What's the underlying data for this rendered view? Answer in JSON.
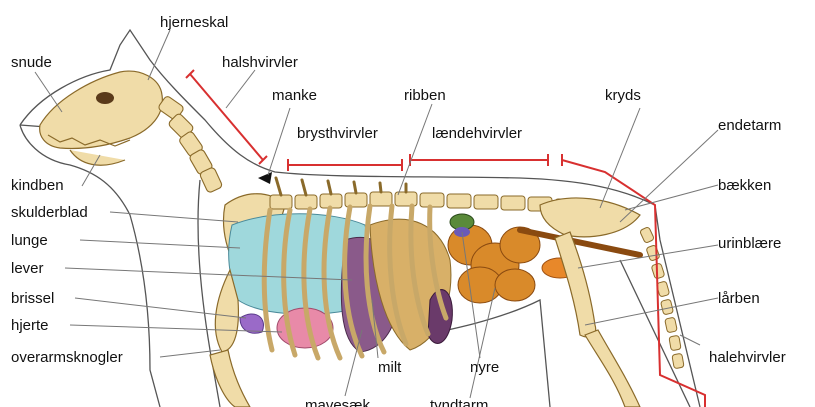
{
  "labels": {
    "hjerneskal": "hjerneskal",
    "snude": "snude",
    "halshvirvler": "halshvirvler",
    "manke": "manke",
    "ribben": "ribben",
    "kryds": "kryds",
    "endetarm": "endetarm",
    "brysthvirvler": "brysthvirvler",
    "laendehvirvler": "lændehvirvler",
    "kindben": "kindben",
    "baekken": "bækken",
    "skulderblad": "skulderblad",
    "lunge": "lunge",
    "urinblaere": "urinblære",
    "lever": "lever",
    "brissel": "brissel",
    "laarben": "lårben",
    "hjerte": "hjerte",
    "overarmsknogler": "overarmsknogler",
    "milt": "milt",
    "nyre": "nyre",
    "halehvirvler": "halehvirvler",
    "mavesaek": "mavesæk",
    "tyndtarm": "tyndtarm"
  },
  "colors": {
    "bone": "#f0dca8",
    "bone_outline": "#8a6a2a",
    "lung": "#9fd8dc",
    "liver": "#8a5a8a",
    "heart": "#e88aa8",
    "intestine": "#d98a2a",
    "stomach": "#d8b068",
    "bladder": "#e8882a",
    "kidney": "#5a8a3a",
    "bracket": "#d83030"
  }
}
